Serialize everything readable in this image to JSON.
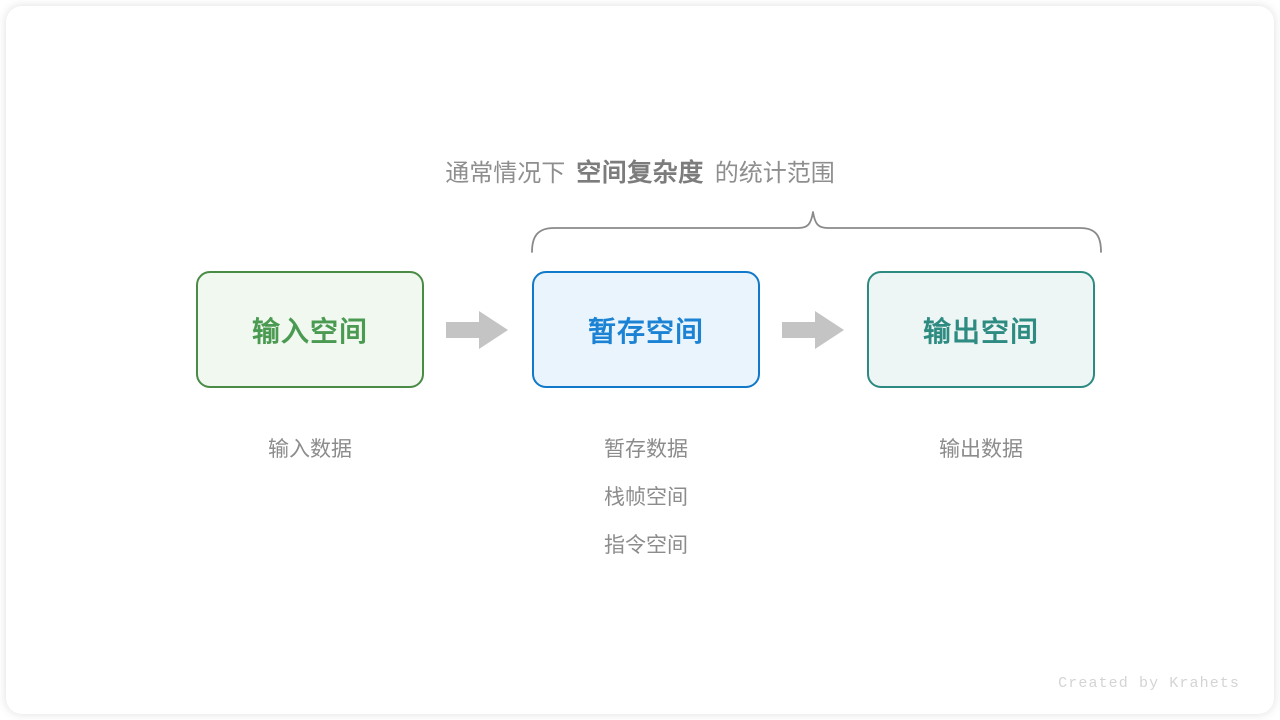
{
  "canvas": {
    "background_color": "#ffffff",
    "card_color": "#ffffff"
  },
  "bracket_caption": {
    "prefix": "通常情况下",
    "emphasis": "空间复杂度",
    "suffix": "的统计范围",
    "color": "#8e8e8e"
  },
  "brace": {
    "name": "curly-brace",
    "color": "#8a8a8a",
    "spans_stages": [
      "暂存空间",
      "输出空间"
    ]
  },
  "flow": {
    "arrow_color": "#c4c4c4",
    "stages": [
      {
        "label": "输入空间",
        "border_color": "#4a8b45",
        "fill_color": "#f1f8f0",
        "text_color": "#4a9a52",
        "captions": [
          "输入数据"
        ]
      },
      {
        "label": "暂存空间",
        "border_color": "#1179c9",
        "fill_color": "#e9f4fc",
        "text_color": "#1c83d4",
        "captions": [
          "暂存数据",
          "栈帧空间",
          "指令空间"
        ]
      },
      {
        "label": "输出空间",
        "border_color": "#2d8a80",
        "fill_color": "#edf6f4",
        "text_color": "#2e8b81",
        "captions": [
          "输出数据"
        ]
      }
    ]
  },
  "watermark": {
    "text": "Created by Krahets",
    "color": "#d4d4d4"
  }
}
